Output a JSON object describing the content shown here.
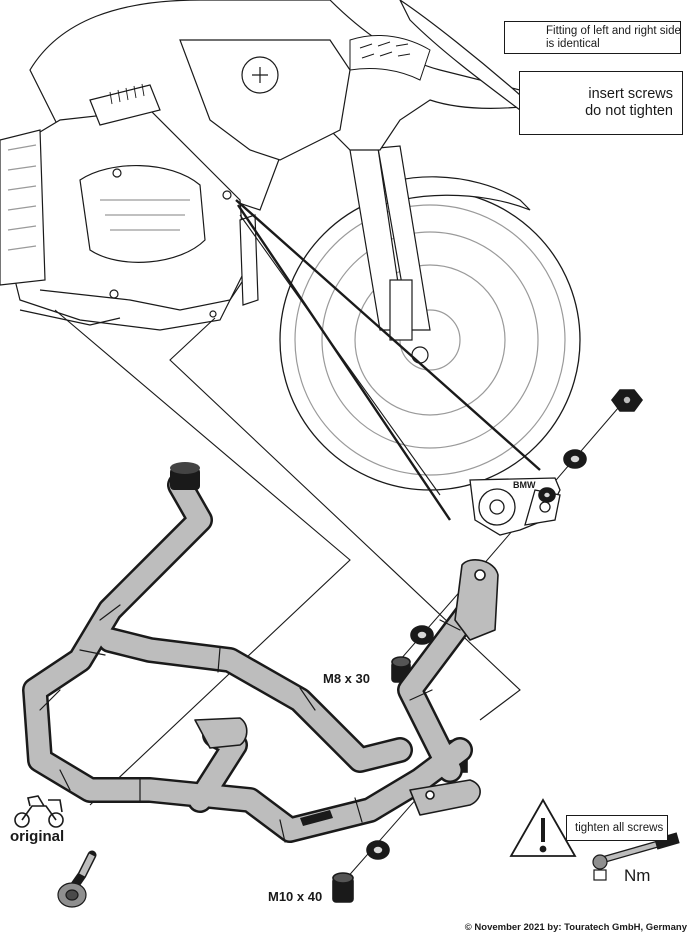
{
  "notices": {
    "fitting": {
      "line1": "Fitting of left and right side",
      "line2": "is identical",
      "icon": "pointing-hand-icon"
    },
    "insert": {
      "line1": "insert screws",
      "line2": "do not tighten",
      "icon": "warning-triangle-icon"
    },
    "tighten": {
      "text": "tighten all screws",
      "torque_unit": "Nm",
      "icon": "warning-triangle-icon"
    }
  },
  "labels": {
    "bmw": "BMW",
    "original": "original",
    "m8": "M8 x 30",
    "m10": "M10 x 40"
  },
  "footer": {
    "copyright": "© November 2021 by: Touratech GmbH, Germany"
  },
  "colors": {
    "line": "#1a1a1a",
    "tube": "#bdbdbd",
    "tube_dark": "#8f8f8f",
    "light_line": "#9a9a9a"
  }
}
